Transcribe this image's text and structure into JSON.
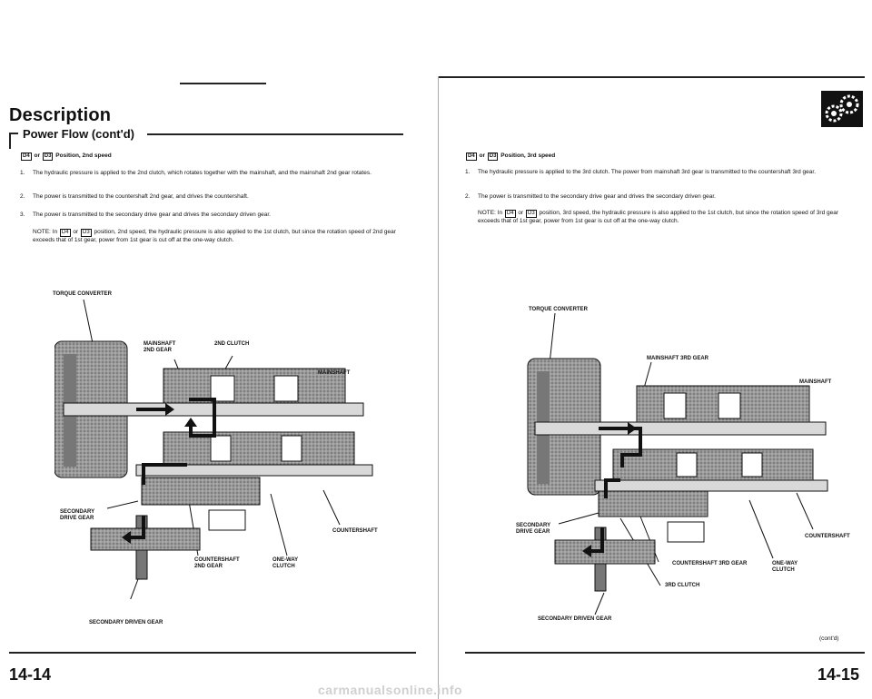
{
  "left_page": {
    "title": "Description",
    "subtitle": "Power Flow (cont'd)",
    "section": {
      "d4": "D4",
      "or": "or",
      "d3": "D3",
      "heading": "Position, 2nd speed"
    },
    "items": [
      {
        "num": "1.",
        "text": "The hydraulic pressure is applied to the 2nd clutch, which rotates together with the mainshaft, and the mainshaft 2nd gear rotates."
      },
      {
        "num": "2.",
        "text": "The power is transmitted to the countershaft 2nd gear, and drives the countershaft."
      },
      {
        "num": "3.",
        "text": "The power is transmitted to the secondary drive gear and drives the secondary driven gear."
      }
    ],
    "note": {
      "prefix": "NOTE: In",
      "or": "or",
      "text": "position, 2nd speed, the hydraulic pressure is also applied to the 1st clutch, but since the rotation speed of 2nd gear exceeds that of 1st gear, power from 1st gear is cut off at the one-way clutch."
    },
    "labels": {
      "torque_converter": "TORQUE CONVERTER",
      "mainshaft_2nd_gear_1": "MAINSHAFT",
      "mainshaft_2nd_gear_2": "2ND GEAR",
      "second_clutch": "2ND CLUTCH",
      "mainshaft": "MAINSHAFT",
      "secondary_drive_gear_1": "SECONDARY",
      "secondary_drive_gear_2": "DRIVE GEAR",
      "countershaft": "COUNTERSHAFT",
      "countershaft_2nd_gear_1": "COUNTERSHAFT",
      "countershaft_2nd_gear_2": "2ND GEAR",
      "one_way_clutch_1": "ONE-WAY",
      "one_way_clutch_2": "CLUTCH",
      "secondary_driven_gear": "SECONDARY DRIVEN GEAR"
    },
    "page_number": "14-14"
  },
  "right_page": {
    "section": {
      "d4": "D4",
      "or": "or",
      "d3": "D3",
      "heading": "Position, 3rd speed"
    },
    "items": [
      {
        "num": "1.",
        "text": "The hydraulic pressure is applied to the 3rd clutch. The power from mainshaft 3rd gear is transmitted to the countershaft 3rd gear."
      },
      {
        "num": "2.",
        "text": "The power is transmitted to the secondary drive gear and drives the secondary driven gear."
      }
    ],
    "note": {
      "prefix": "NOTE: In",
      "or": "or",
      "text": "position, 3rd speed, the hydraulic pressure is also applied to the 1st clutch, but since the rotation speed of 3rd gear exceeds that of 1st gear, power from 1st gear is cut off at the one-way clutch."
    },
    "labels": {
      "torque_converter": "TORQUE CONVERTER",
      "mainshaft_3rd_gear": "MAINSHAFT 3RD GEAR",
      "mainshaft": "MAINSHAFT",
      "secondary_drive_gear_1": "SECONDARY",
      "secondary_drive_gear_2": "DRIVE GEAR",
      "countershaft": "COUNTERSHAFT",
      "countershaft_3rd_gear": "COUNTERSHAFT 3RD GEAR",
      "one_way_clutch_1": "ONE-WAY",
      "one_way_clutch_2": "CLUTCH",
      "third_clutch": "3RD CLUTCH",
      "secondary_driven_gear": "SECONDARY DRIVEN GEAR"
    },
    "contd": "(cont'd)",
    "page_number": "14-15",
    "section_icon": "transmission-gears-icon"
  },
  "footer_watermark": "carmanualsonline.info"
}
